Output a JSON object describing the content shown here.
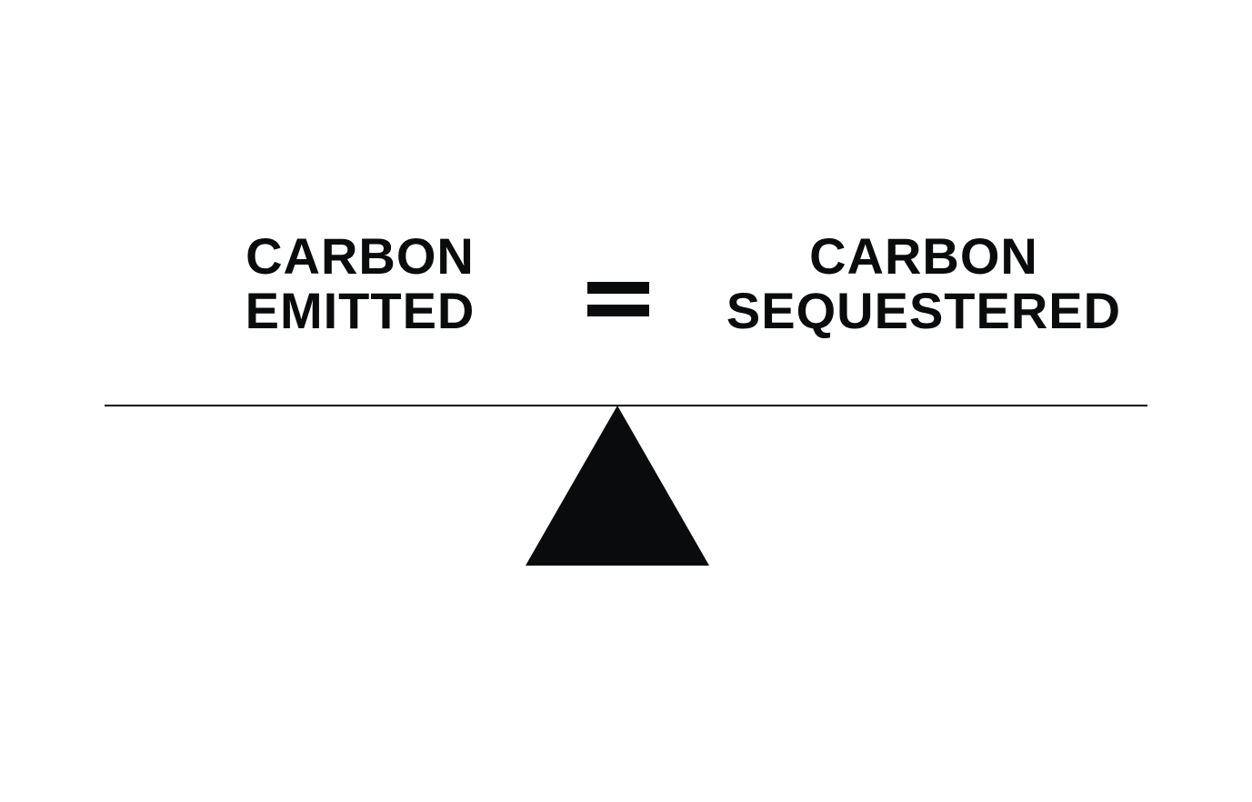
{
  "left_side": {
    "line1": "CARBON",
    "line2": "EMITTED"
  },
  "right_side": {
    "line1": "CARBON",
    "line2": "SEQUESTERED"
  },
  "operator": {
    "icon": "equals-icon"
  },
  "balance": {
    "beam": "balance-beam",
    "fulcrum_icon": "triangle-fulcrum-icon"
  },
  "colors": {
    "ink": "#0a0b0c",
    "background": "#ffffff"
  }
}
